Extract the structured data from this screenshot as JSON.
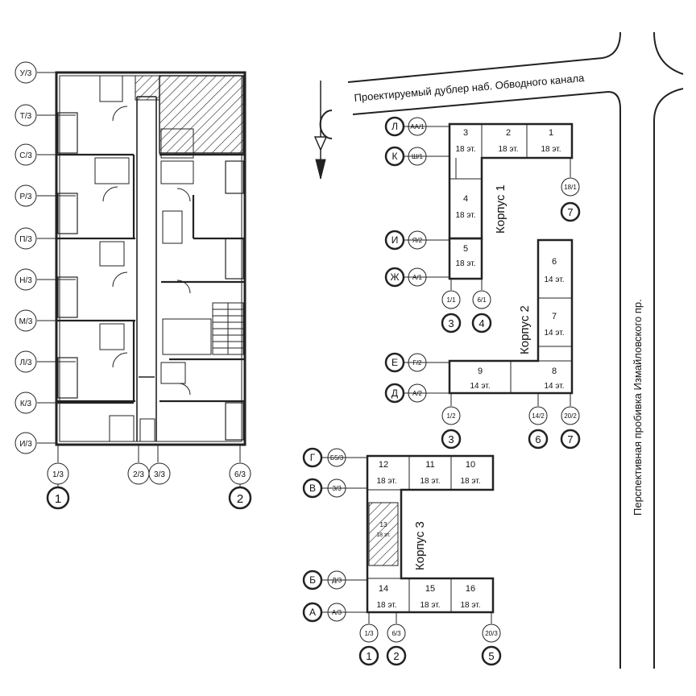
{
  "street_top": "Проектируемый дублер наб. Обводного канала",
  "street_right": "Перспективная пробивка Измайловского пр.",
  "floor_plan": {
    "row_axes": [
      "У/3",
      "Т/3",
      "С/3",
      "Р/3",
      "П/3",
      "Н/3",
      "М/3",
      "Л/3",
      "К/3",
      "И/3"
    ],
    "col_axes": [
      "1/3",
      "2/3",
      "3/3",
      "6/3"
    ],
    "col_digits": [
      "1",
      "2"
    ]
  },
  "korpus1": {
    "name": "Корпус 1",
    "sections": [
      {
        "num": "3",
        "floors": "18 эт."
      },
      {
        "num": "2",
        "floors": "18 эт."
      },
      {
        "num": "1",
        "floors": "18 эт."
      },
      {
        "num": "4",
        "floors": "18 эт."
      },
      {
        "num": "5",
        "floors": "18 эт."
      }
    ],
    "axes": {
      "l_big": "Л",
      "l_small": "АА/1",
      "k_big": "К",
      "k_small": "Ш/1",
      "i_big": "И",
      "i_small": "Я/2",
      "zh_big": "Ж",
      "zh_small": "А/1",
      "r1": "18/1",
      "r1_big": "7"
    }
  },
  "korpus2": {
    "name": "Корпус 2",
    "sections": [
      {
        "num": "6",
        "floors": "14 эт."
      },
      {
        "num": "7",
        "floors": "14 эт."
      },
      {
        "num": "8",
        "floors": "14 эт."
      },
      {
        "num": "9",
        "floors": "14 эт."
      }
    ],
    "axes": {
      "e_big": "Е",
      "e_small": "Г/2",
      "d_big": "Д",
      "d_small": "А/2",
      "b11": "1/1",
      "b11_big": "3",
      "b61": "6/1",
      "b61_big": "4",
      "b12": "1/2",
      "b12_big": "3",
      "b142": "14/2",
      "b142_big": "6",
      "b202": "20/2",
      "b202_big": "7"
    }
  },
  "korpus3": {
    "name": "Корпус 3",
    "sections": [
      {
        "num": "12",
        "floors": "18 эт."
      },
      {
        "num": "11",
        "floors": "18 эт."
      },
      {
        "num": "10",
        "floors": "18 эт."
      },
      {
        "num": "14",
        "floors": "18 эт."
      },
      {
        "num": "15",
        "floors": "18 эт."
      },
      {
        "num": "16",
        "floors": "18 эт."
      },
      {
        "num": "13",
        "floors": "18 эт."
      }
    ],
    "axes": {
      "g_big": "Г",
      "g_small": "Б5/3",
      "v_big": "В",
      "v_small": "З/3",
      "b_big": "Б",
      "b_small": "Д/3",
      "a_big": "А",
      "a_small": "А/3",
      "c13": "1/3",
      "c13_big": "1",
      "c63": "6/3",
      "c63_big": "2",
      "c203": "20/3",
      "c203_big": "5"
    }
  }
}
